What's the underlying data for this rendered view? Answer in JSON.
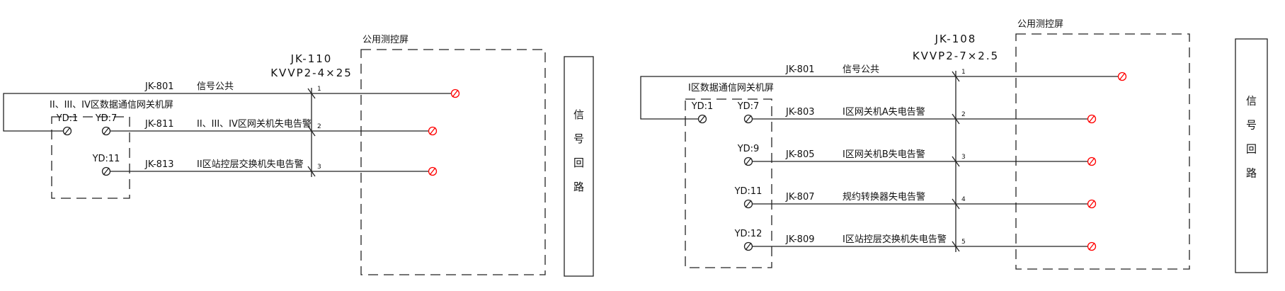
{
  "left": {
    "panel_title": "公用测控屏",
    "cable_id": "JK-110",
    "cable_type": "KVVP2-4×25",
    "screen_title": "II、III、IV区数据通信网关机屏",
    "signal_label": [
      "信",
      "号",
      "回",
      "路"
    ],
    "rows": [
      {
        "terminal": "",
        "wire": "JK-801",
        "desc": "信号公共",
        "core": "1"
      },
      {
        "terminal": "YD:7",
        "wire": "JK-811",
        "desc": "II、III、IV区网关机失电告警",
        "core": "2"
      },
      {
        "terminal": "YD:11",
        "wire": "JK-813",
        "desc": "II区站控层交换机失电告警",
        "core": "3"
      }
    ],
    "common_terminal": "YD:1"
  },
  "right": {
    "panel_title": "公用测控屏",
    "cable_id": "JK-108",
    "cable_type": "KVVP2-7×2.5",
    "screen_title": "I区数据通信网关机屏",
    "signal_label": [
      "信",
      "号",
      "回",
      "路"
    ],
    "rows": [
      {
        "terminal": "",
        "wire": "JK-801",
        "desc": "信号公共",
        "core": "1"
      },
      {
        "terminal": "YD:7",
        "wire": "JK-803",
        "desc": "I区网关机A失电告警",
        "core": "2"
      },
      {
        "terminal": "YD:9",
        "wire": "JK-805",
        "desc": "I区网关机B失电告警",
        "core": "3"
      },
      {
        "terminal": "YD:11",
        "wire": "JK-807",
        "desc": "规约转换器失电告警",
        "core": "4"
      },
      {
        "terminal": "YD:12",
        "wire": "JK-809",
        "desc": "I区站控层交换机失电告警",
        "core": "5"
      }
    ],
    "common_terminal": "YD:1"
  },
  "colors": {
    "line": "#222222",
    "terminal_remote": "#ff0000"
  }
}
